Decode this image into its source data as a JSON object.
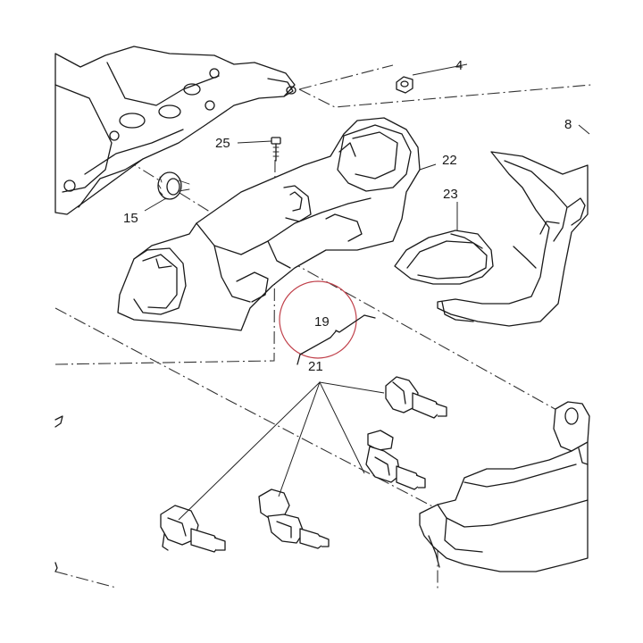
{
  "callouts": {
    "c4": "4",
    "c8": "8",
    "c15": "15",
    "c19": "19",
    "c21": "21",
    "c22": "22",
    "c23": "23",
    "c25": "25"
  },
  "highlight": {
    "part": "19",
    "color": "#c0404a"
  }
}
